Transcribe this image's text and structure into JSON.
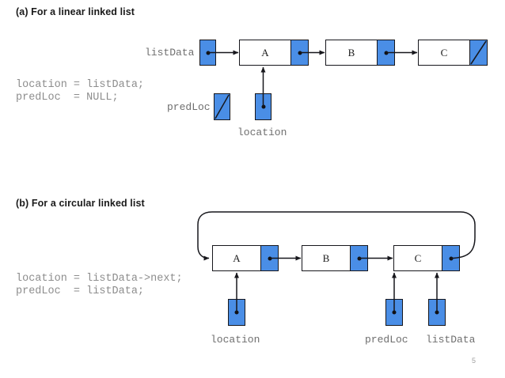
{
  "page": {
    "page_number": "5",
    "background": "#ffffff",
    "accent_blue": "#4a8ee6",
    "line_color": "#17171c",
    "code_text_color": "#8d8d8d",
    "label_text_color": "#6f6f6f"
  },
  "sections": [
    {
      "id": "linear",
      "heading": "(a) For a linear linked list",
      "code": "location = listData;\npredLoc  = NULL;",
      "code_lines": [
        "location = listData;",
        "predLoc  = NULL;"
      ],
      "pointers": [
        {
          "name": "listData",
          "label": "listData",
          "state": "points-to-A",
          "null": false
        },
        {
          "name": "predLoc",
          "label": "predLoc",
          "state": "NULL",
          "null": true
        },
        {
          "name": "location",
          "label": "location",
          "state": "points-to-A",
          "null": false
        }
      ],
      "nodes": [
        {
          "value": "A",
          "next": "B",
          "null_next": false
        },
        {
          "value": "B",
          "next": "C",
          "null_next": false
        },
        {
          "value": "C",
          "next": "NULL",
          "null_next": true
        }
      ]
    },
    {
      "id": "circular",
      "heading": "(b) For a circular linked list",
      "code": "location = listData->next;\npredLoc  = listData;",
      "code_lines": [
        "location = listData->next;",
        "predLoc  = listData;"
      ],
      "pointers": [
        {
          "name": "location",
          "label": "location",
          "state": "points-to-A",
          "null": false
        },
        {
          "name": "predLoc",
          "label": "predLoc",
          "state": "points-to-C",
          "null": false
        },
        {
          "name": "listData",
          "label": "listData",
          "state": "points-to-C",
          "null": false
        }
      ],
      "nodes": [
        {
          "value": "A",
          "next": "B",
          "null_next": false
        },
        {
          "value": "B",
          "next": "C",
          "null_next": false
        },
        {
          "value": "C",
          "next": "A",
          "null_next": false
        }
      ]
    }
  ]
}
